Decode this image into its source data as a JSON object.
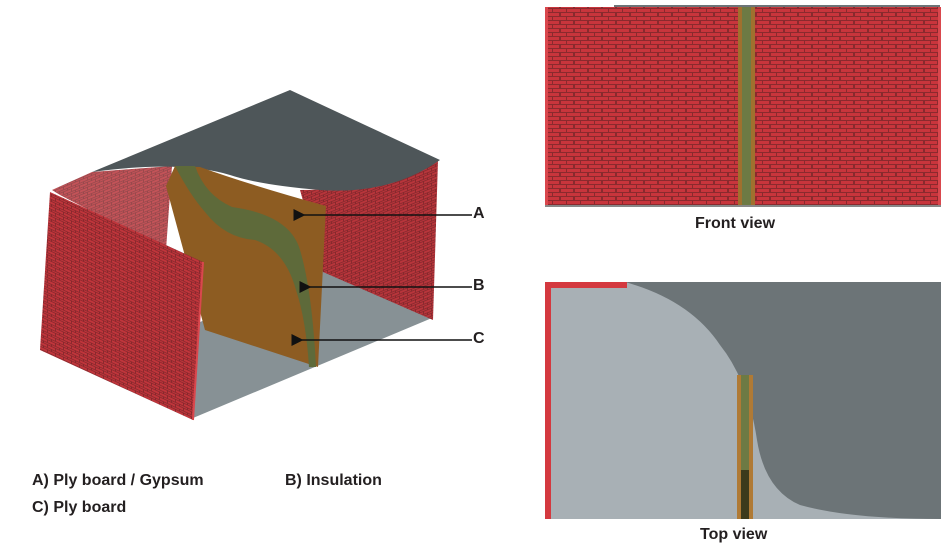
{
  "figure": {
    "callouts": [
      "A",
      "B",
      "C"
    ],
    "legend": [
      "A)  Ply board / Gypsum",
      "B)  Insulation",
      "C)  Ply board"
    ],
    "front_view_caption": "Front view",
    "top_view_caption": "Top view"
  },
  "colors": {
    "brick": "#c8353c",
    "mortar": "#8a2a2e",
    "ceiling": "#4e5659",
    "floor": "#879195",
    "plyboard": "#8d5c22",
    "insulation": "#5e6a3a",
    "top_light": "#a8b0b5",
    "top_dark": "#6c7477"
  }
}
